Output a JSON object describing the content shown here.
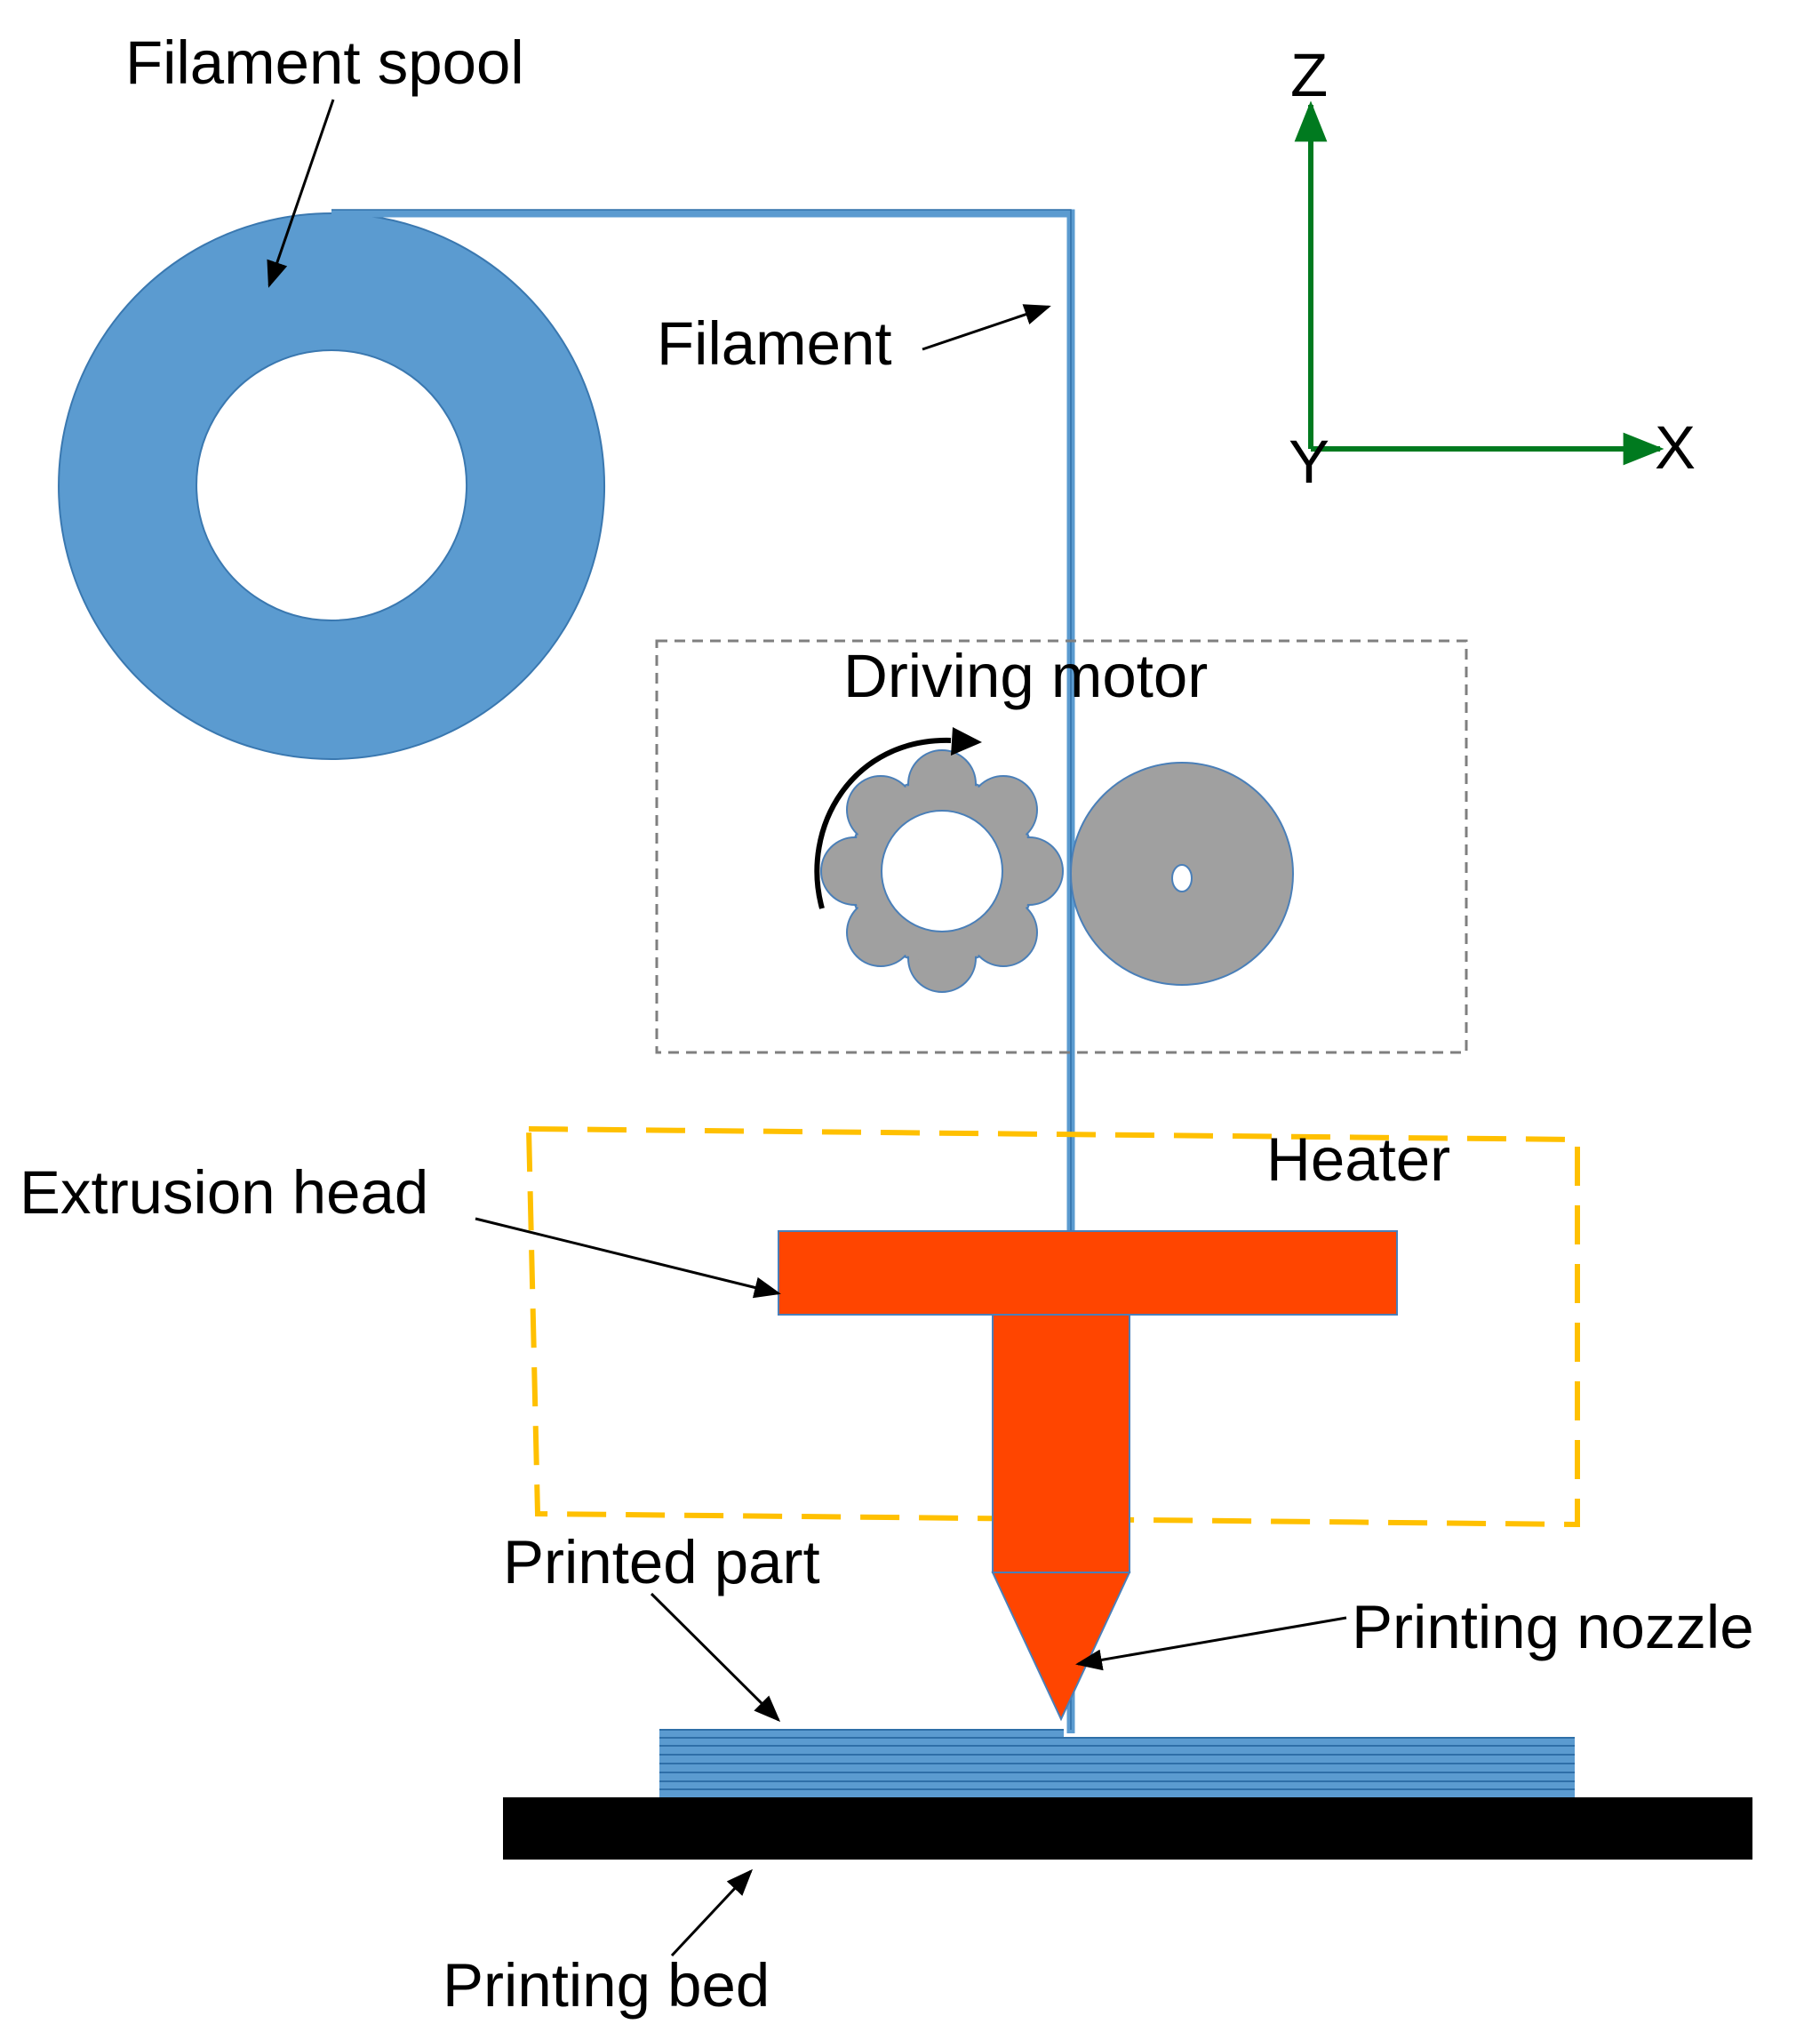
{
  "labels": {
    "filament_spool": "Filament spool",
    "filament": "Filament",
    "driving_motor": "Driving motor",
    "heater": "Heater",
    "extrusion_head": "Extrusion head",
    "printed_part": "Printed part",
    "printing_nozzle": "Printing nozzle",
    "printing_bed": "Printing bed"
  },
  "axes": {
    "z": "Z",
    "y": "Y",
    "x": "X"
  },
  "colors": {
    "filament_blue": "#5b9bd0",
    "gear_gray": "#a0a0a0",
    "extruder_orange": "#ff4500",
    "heater_box": "#ffc000",
    "motor_box": "#7f7f7f",
    "axis_green": "#007a1f",
    "bed": "#000000"
  }
}
